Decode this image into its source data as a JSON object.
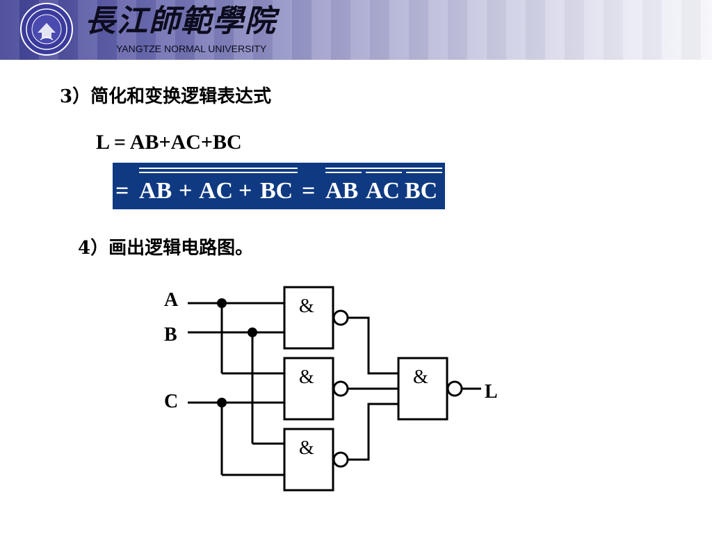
{
  "header": {
    "university_cn": "長江師範學院",
    "university_en": "YANGTZE NORMAL UNIVERSITY",
    "logo_icon": "university-seal-icon"
  },
  "section3": {
    "heading": "3）简化和变换逻辑表达式",
    "expression": "L = AB+AC+BC"
  },
  "transform": {
    "eq_a": "=",
    "term1": "AB",
    "plus1": "+",
    "term2": "AC",
    "plus2": "+",
    "term3": "BC",
    "eq_b": "=",
    "term4": "AB",
    "term5": "AC",
    "term6": "BC",
    "box_color": "#0f3a82"
  },
  "section4": {
    "heading": "4）画出逻辑电路图。"
  },
  "circuit": {
    "inputs": [
      "A",
      "B",
      "C"
    ],
    "output": "L",
    "gate_symbol": "&"
  }
}
